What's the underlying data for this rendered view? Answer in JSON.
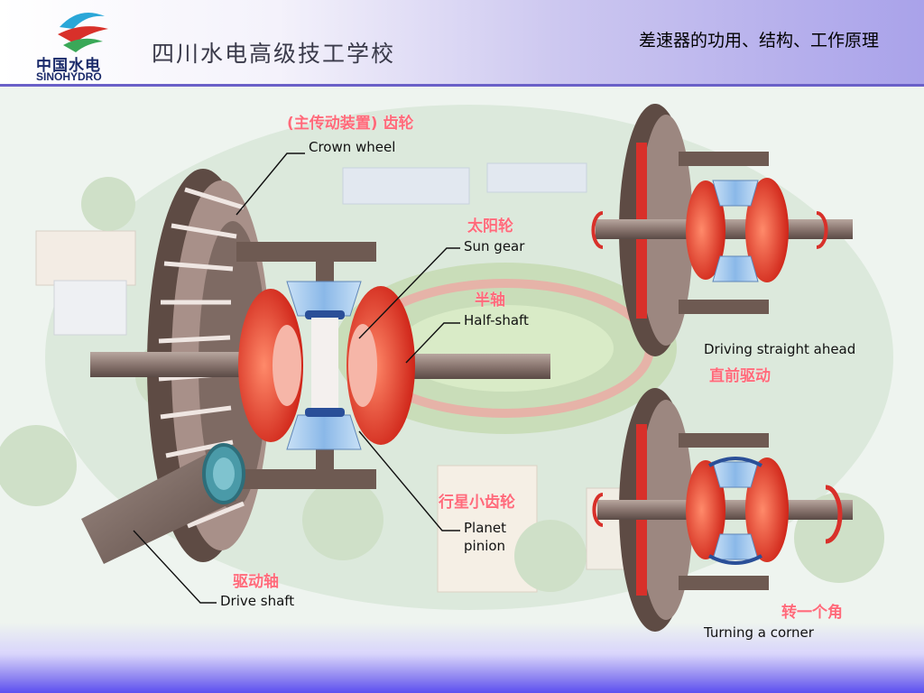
{
  "header": {
    "logo_cn": "中国水电",
    "logo_en": "SINOHYDRO",
    "school": "四川水电高级技工学校",
    "title": "差速器的功用、结构、工作原理"
  },
  "colors": {
    "accent": "#6a60c8",
    "gear_red": "#e8322a",
    "pinion_blue": "#7fb2e6",
    "housing_brown": "#6e5a52",
    "label_pink": "#ff6a7a"
  },
  "main_diagram": {
    "crown_wheel": {
      "cn": "(主传动装置) 齿轮",
      "en": "Crown wheel"
    },
    "sun_gear": {
      "cn": "太阳轮",
      "en": "Sun gear"
    },
    "half_shaft": {
      "cn": "半轴",
      "en": "Half-shaft"
    },
    "planet_pinion": {
      "cn": "行星小齿轮",
      "en_line1": "Planet",
      "en_line2": "pinion"
    },
    "drive_shaft": {
      "cn": "驱动轴",
      "en": "Drive shaft"
    }
  },
  "straight_diagram": {
    "en": "Driving straight ahead",
    "cn": "直前驱动"
  },
  "corner_diagram": {
    "en": "Turning a corner",
    "cn": "转一个角"
  }
}
